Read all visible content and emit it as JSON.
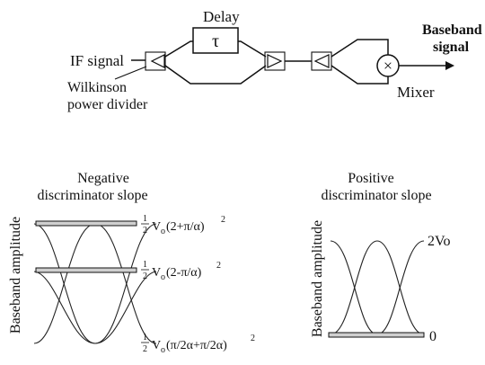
{
  "block_diagram": {
    "delay_label": "Delay",
    "delay_symbol": "τ",
    "if_signal": "IF signal",
    "divider_line1": "Wilkinson",
    "divider_line2": "power divider",
    "baseband_line1": "Baseband",
    "baseband_line2": "signal",
    "mixer_label": "Mixer",
    "mixer_symbol": "×"
  },
  "negative_plot": {
    "title_line1": "Negative",
    "title_line2": "discriminator  slope",
    "ylabel": "Baseband  amplitude",
    "level_top_half": "1",
    "level_top_den": "2",
    "level_top_expr": "V",
    "level_top_sub": "o",
    "level_top_rest": "(2+π/α)",
    "level_top_sup": "2",
    "level_mid_half": "1",
    "level_mid_den": "2",
    "level_mid_expr": "V",
    "level_mid_sub": "o",
    "level_mid_rest": "(2-π/α)",
    "level_mid_sup": "2",
    "level_bot_half": "1",
    "level_bot_den": "2",
    "level_bot_expr": "V",
    "level_bot_sub": "o",
    "level_bot_rest": "(π/2α+π/2α)",
    "level_bot_sup": "2"
  },
  "positive_plot": {
    "title_line1": "Positive",
    "title_line2": "discriminator  slope",
    "ylabel": "Baseband  amplitude",
    "level_max": "2Vo",
    "level_min": "0"
  }
}
